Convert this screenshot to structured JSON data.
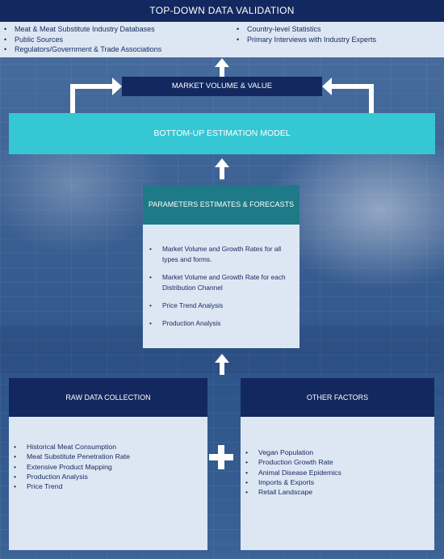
{
  "top_down": {
    "title": "TOP-DOWN DATA VALIDATION",
    "left_items": [
      "Meat & Meat Substitute Industry Databases",
      "Public Sources",
      "Regulators/Government & Trade Associations"
    ],
    "right_items": [
      "Country-level Statistics",
      "Primary Interviews with Industry Experts"
    ]
  },
  "market_volume": {
    "label": "MARKET VOLUME & VALUE"
  },
  "bottom_up": {
    "label": "BOTTOM-UP ESTIMATION MODEL"
  },
  "parameters": {
    "title": "PARAMETERS ESTIMATES & FORECASTS",
    "items": [
      "Market Volume and Growth Rates for all types and forms.",
      "Market Volume and Growth Rate for each Distribution Channel",
      "Price Trend Analysis",
      "Production Analysis"
    ]
  },
  "raw_data": {
    "title": "RAW DATA COLLECTION",
    "items": [
      "Historical Meat Consumption",
      "Meat Substitute Penetration Rate",
      "Extensive Product Mapping",
      "Production Analysis",
      "Price Trend"
    ]
  },
  "other_factors": {
    "title": "OTHER FACTORS",
    "items": [
      "Vegan Population",
      "Production Growth Rate",
      "Animal Disease Epidemics",
      "Imports & Exports",
      "Retail Landscape"
    ]
  },
  "colors": {
    "navy": "#13285e",
    "teal": "#1d7a86",
    "cyan": "#36c7d4",
    "panel": "#dde7f3",
    "arrow": "#ffffff"
  }
}
